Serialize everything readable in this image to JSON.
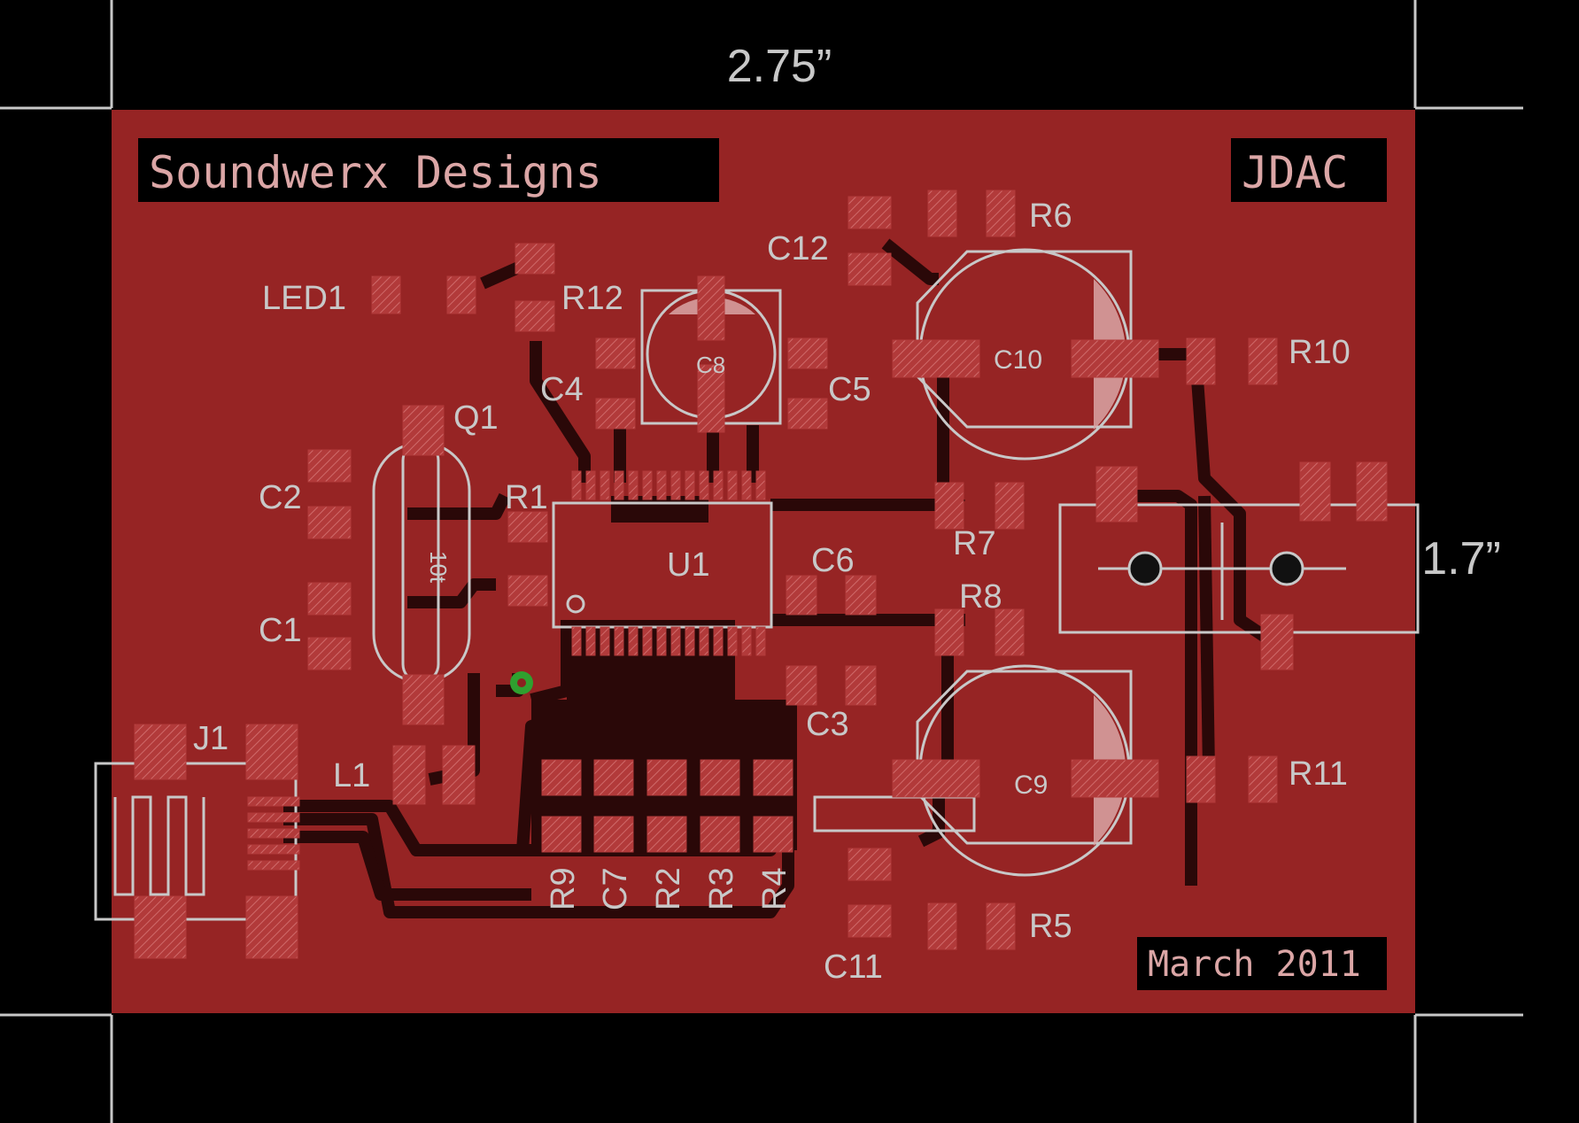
{
  "dimensions": {
    "width_label": "2.75”",
    "height_label": "1.7”"
  },
  "title_blocks": {
    "company": "Soundwerx Designs",
    "product": "JDAC",
    "date": "March 2011"
  },
  "labels": {
    "r6": "R6",
    "c12": "C12",
    "led1": "LED1",
    "r12": "R12",
    "c8": "C8",
    "c4": "C4",
    "c5": "C5",
    "c10": "C10",
    "r10": "R10",
    "q1": "Q1",
    "c2": "C2",
    "r1": "R1",
    "r7": "R7",
    "u1": "U1",
    "c6": "C6",
    "c1": "C1",
    "r8": "R8",
    "c3": "C3",
    "j1": "J1",
    "l1": "L1",
    "c9": "C9",
    "r11": "R11",
    "r9": "R9",
    "c7": "C7",
    "r2": "R2",
    "r3": "R3",
    "r4": "R4",
    "r5": "R5",
    "c11": "C11",
    "crystal": "10t"
  },
  "colors": {
    "board": "#8b2020",
    "copper": "#9e2a2a",
    "silkscreen": "#c8c8c8",
    "pad_light": "#dba6a6",
    "background": "#000000",
    "via": "#2fa02f"
  }
}
